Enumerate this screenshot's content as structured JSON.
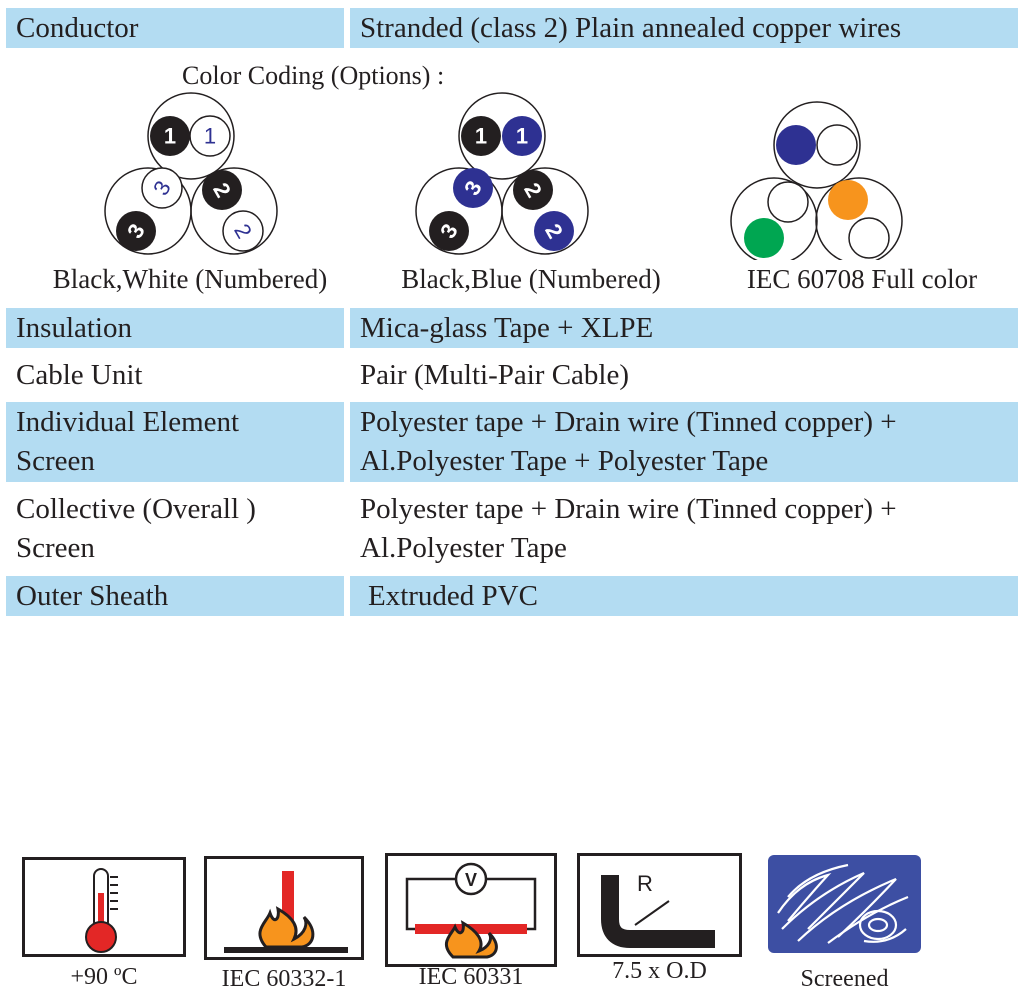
{
  "rows": {
    "conductor": {
      "key": "Conductor",
      "value": "Stranded (class 2) Plain annealed copper wires"
    },
    "insulation": {
      "key": "Insulation",
      "value": "Mica-glass Tape + XLPE"
    },
    "cable_unit": {
      "key": "Cable Unit",
      "value": "Pair (Multi-Pair Cable)"
    },
    "individual_screen": {
      "key_line1": "Individual Element",
      "key_line2": "Screen",
      "value_line1": "Polyester tape + Drain wire (Tinned copper) +",
      "value_line2": "Al.Polyester Tape + Polyester Tape"
    },
    "collective_screen": {
      "key_line1": "Collective (Overall )",
      "key_line2": "Screen",
      "value_line1": "Polyester tape + Drain wire (Tinned copper) +",
      "value_line2": "Al.Polyester Tape"
    },
    "outer_sheath": {
      "key": "Outer Sheath",
      "value": "Extruded PVC"
    }
  },
  "color_coding": {
    "title": "Color Coding (Options) :",
    "options": [
      {
        "caption": "Black,White (Numbered)",
        "numbers": [
          "1",
          "1",
          "2",
          "2",
          "3",
          "3"
        ]
      },
      {
        "caption": "Black,Blue (Numbered)",
        "numbers": [
          "1",
          "1",
          "2",
          "2",
          "3",
          "3"
        ]
      },
      {
        "caption": "IEC 60708 Full color"
      }
    ]
  },
  "badges": [
    {
      "icon": "thermometer-icon",
      "caption": "+90 ºC"
    },
    {
      "icon": "flame-test-icon",
      "caption": "IEC 60332-1"
    },
    {
      "icon": "voltmeter-fire-icon",
      "caption": "IEC 60331",
      "symbol": "V"
    },
    {
      "icon": "bending-radius-icon",
      "caption": "7.5 x O.D",
      "symbol": "R"
    },
    {
      "icon": "screened-icon",
      "caption": "Screened"
    }
  ],
  "colors": {
    "row_band": "#b3dcf2",
    "black_core": "#231f20",
    "blue_core": "#2e3192",
    "orange_core": "#f7941d",
    "green_core": "#00a651",
    "flame_red": "#e32726",
    "flame_orange": "#f7941d",
    "screened_bg": "#3d4fa3"
  }
}
